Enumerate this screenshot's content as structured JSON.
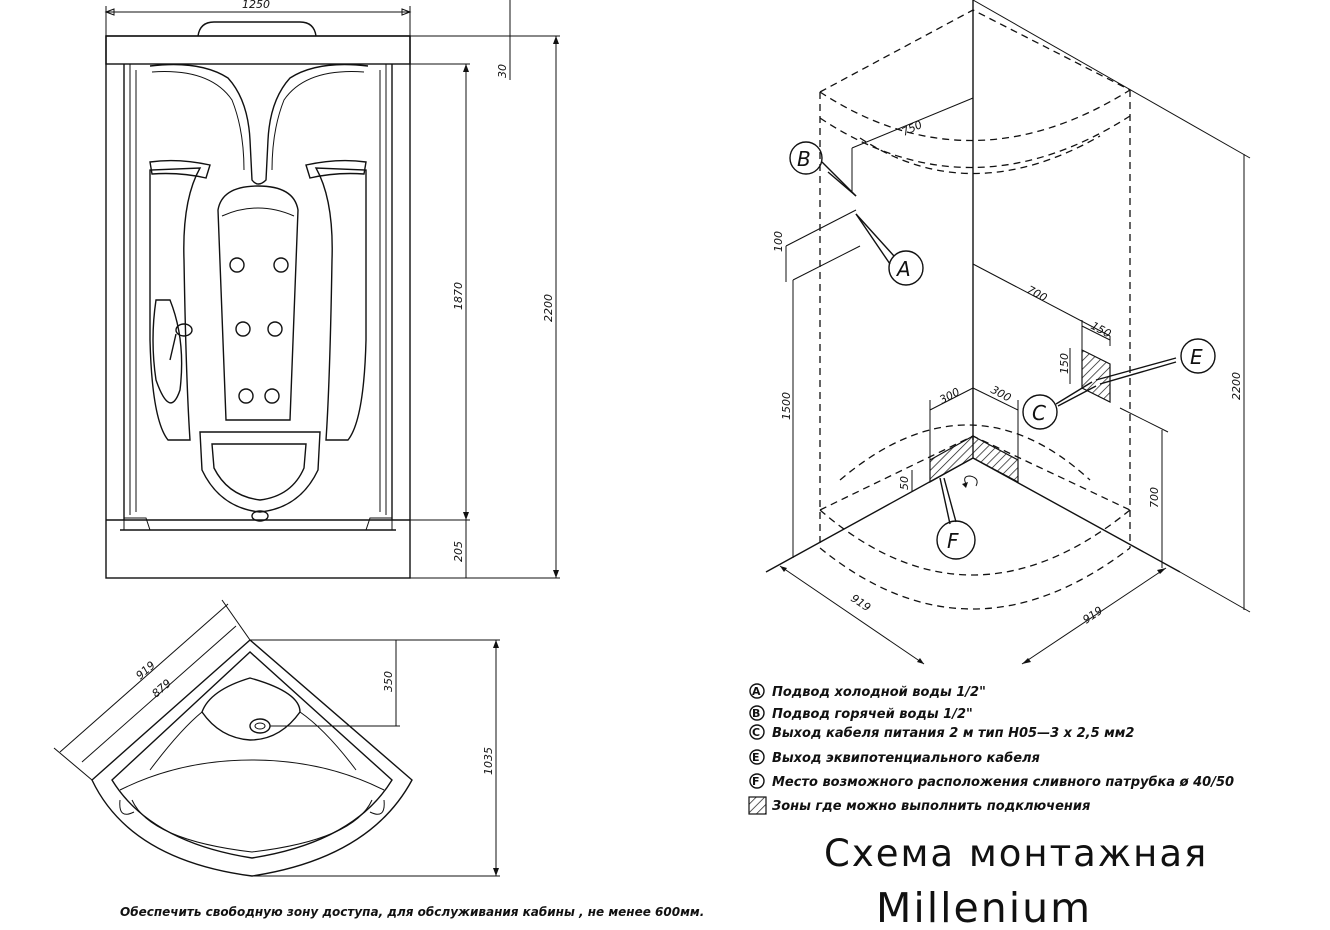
{
  "front_view": {
    "dims": {
      "width": "1250",
      "top_offset": "30",
      "panel_height": "1870",
      "total_height": "2200",
      "tray_height": "205"
    }
  },
  "top_view": {
    "dims": {
      "outer_side": "919",
      "inner_side": "879",
      "seat_depth": "350",
      "depth": "1035"
    }
  },
  "iso_view": {
    "dims": {
      "hot_offset": "750",
      "hot_cold_gap": "100",
      "cold_height": "1500",
      "electric_offset": "700",
      "zone_width": "150",
      "zone_height": "150",
      "total_height": "2200",
      "drain_left": "300",
      "drain_right": "300",
      "drain_depth": "50",
      "electric_height": "700",
      "base_left": "919",
      "base_right": "919"
    },
    "labels": {
      "a": "A",
      "b": "B",
      "c": "C",
      "e": "E",
      "f": "F"
    }
  },
  "legend": [
    {
      "letter": "A",
      "text": "Подвод холодной воды 1/2\""
    },
    {
      "letter": "B",
      "text": "Подвод горячей воды 1/2\""
    },
    {
      "letter": "C",
      "text": "Выход кабеля питания  2 м тип H05—3 x 2,5 мм2"
    },
    {
      "letter": "E",
      "text": "Выход эквипотенциального кабеля"
    },
    {
      "letter": "F",
      "text": "Место возможного расположения сливного патрубка ø 40/50"
    }
  ],
  "legend_zone": "Зоны где можно выполнить  подключения",
  "note": "Обеспечить свободную зону доступа, для обслуживания кабины , не менее 600мм.",
  "title": "Схема монтажная",
  "model": "Millenium"
}
